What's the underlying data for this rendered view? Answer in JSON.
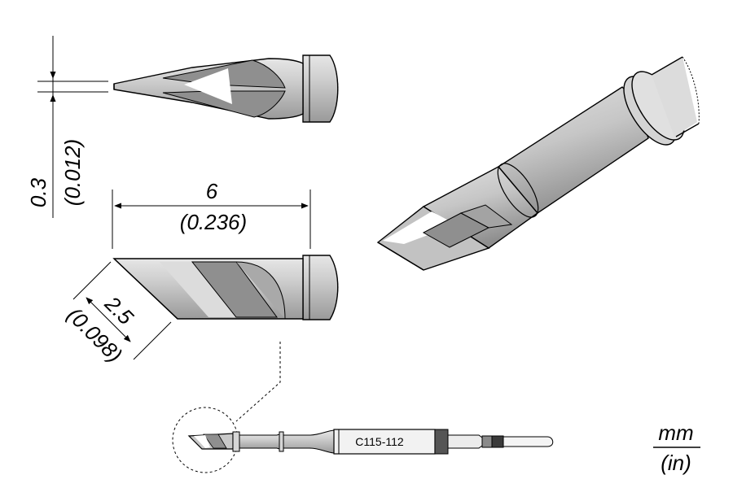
{
  "dimensions": {
    "tip_thickness": {
      "mm": "0.3",
      "in": "(0.012)"
    },
    "length": {
      "mm": "6",
      "in": "(0.236)"
    },
    "blade_width": {
      "mm": "2.5",
      "in": "(0.098)"
    }
  },
  "cartridge": {
    "code": "C115-112"
  },
  "units": {
    "primary": "mm",
    "secondary": "(in)"
  },
  "colors": {
    "body": "#c9c9c9",
    "shade": "#8f8f8f",
    "highlight": "#ffffff",
    "band": "#555555"
  }
}
